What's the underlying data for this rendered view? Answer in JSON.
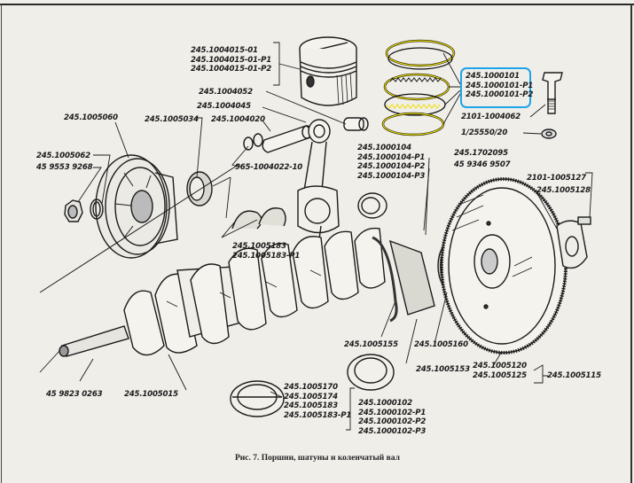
{
  "figure": {
    "caption": "Рис. 7. Поршни, шатуны и коленчатый вал",
    "highlight_color": "#1ea4e8",
    "ring_highlight_color": "#f0e000"
  },
  "labels": {
    "piston_group": [
      "245.1004015-01",
      "245.1004015-01-P1",
      "245.1004015-01-P2"
    ],
    "piston_pin_bushing": "245.1004052",
    "piston_pin": "245.1004045",
    "rod_bolt_group_left": "245.1005034",
    "pin_ring": "245.1004020",
    "circlip": "965-1004022-10",
    "pulley": "245.1005060",
    "pulley_washer": "245.1005062",
    "pulley_nut": "45 9553 9268",
    "rings_group": [
      "245.1000101",
      "245.1000101-P1",
      "245.1000101-P2"
    ],
    "rod_bolt": "2101-1004062",
    "rod_nut": "1/25550/20",
    "rod_bearing_group": [
      "245.1000104",
      "245.1000104-P1",
      "245.1000104-P2",
      "245.1000104-P3"
    ],
    "bushing_1702095": "245.1702095",
    "seal_9346": "45 9346 9507",
    "flywheel_bolt": "2101-1005127",
    "flywheel_plate": "245.1005128",
    "thrust_half_rings": [
      "245.1005183",
      "245.1005183-P1"
    ],
    "crank_pin_key": "45 9823 0263",
    "crankshaft": "245.1005015",
    "rear_seal": "245.1005155",
    "seal_holder": "245.1005160",
    "gasket": "245.1005153",
    "flywheel_group": [
      "245.1005120",
      "245.1005125"
    ],
    "flywheel_assembly": "245.1005115",
    "main_bearing_group": [
      "245.1005170",
      "245.1005174",
      "245.1005183",
      "245.1005183-P1"
    ],
    "main_bearing_shells": [
      "245.1000102",
      "245.1000102-P1",
      "245.1000102-P2",
      "245.1000102-P3"
    ]
  }
}
